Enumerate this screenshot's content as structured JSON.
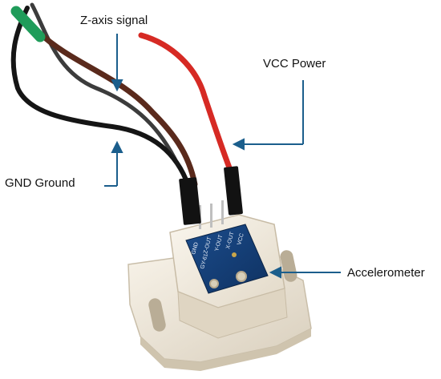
{
  "annotations": {
    "z_axis": "Z-axis signal",
    "vcc": "VCC Power",
    "gnd": "GND Ground",
    "accelerometer": "Accelerometer"
  },
  "board_silkscreen": [
    "GND",
    "Z-OUT",
    "Y-OUT",
    "X-OUT",
    "VCC"
  ],
  "board_marking": "GY-61",
  "colors": {
    "wire_red": "#d62a24",
    "wire_brown": "#5a2a1c",
    "wire_black": "#151515",
    "wire_green": "#1f9c5a",
    "board_blue": "#17407a",
    "mount_plastic": "#eee6d6",
    "arrow": "#1b5e8c"
  }
}
